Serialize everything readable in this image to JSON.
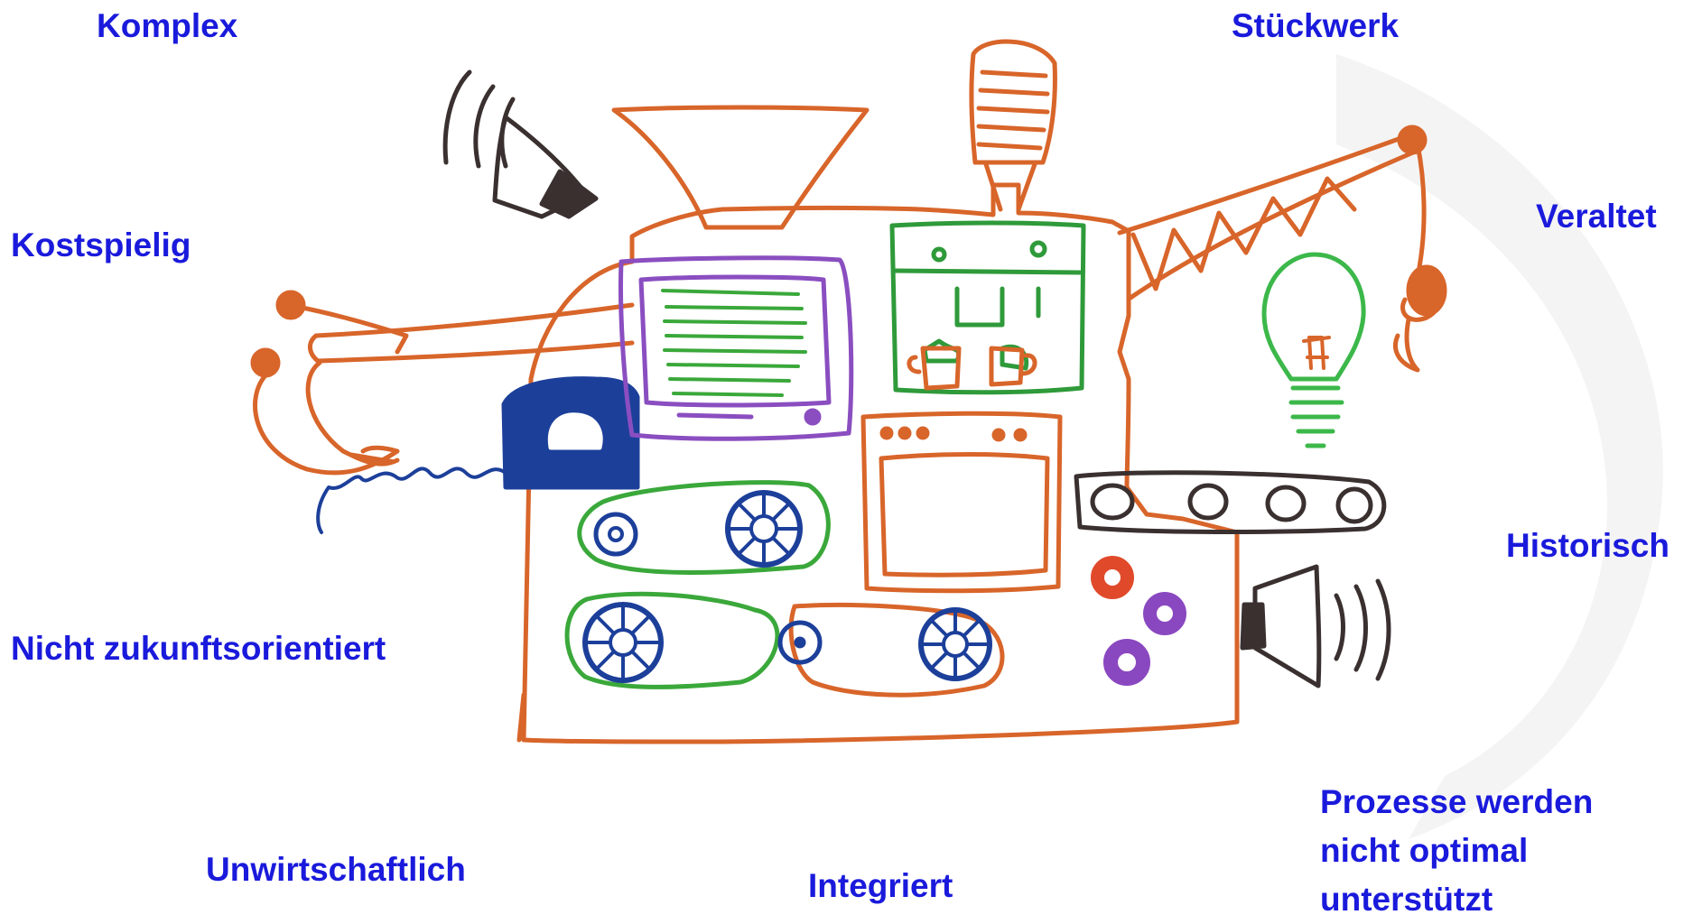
{
  "colors": {
    "label": "#1a1adc",
    "machine_body": "#d8652a",
    "monitor": "#8a4ec0",
    "green_panel": "#2f9a3a",
    "phone": "#1c3f9a",
    "wheels": "#1c3f9a",
    "belt_green": "#3aa83a",
    "speaker": "#3a3030",
    "conveyor": "#3a3030",
    "gear_red": "#e04a2a",
    "gear_purple": "#8a48c0",
    "bulb": "#3cb84a",
    "watermark": "#f4f4f4"
  },
  "labels": {
    "komplex": "Komplex",
    "stueckwerk": "Stückwerk",
    "kostspielig": "Kostspielig",
    "veraltet": "Veraltet",
    "historisch": "Historisch",
    "nicht_zukunft": "Nicht zukunftsorientiert",
    "unwirtschaftlich": "Unwirtschaftlich",
    "integriert": "Integriert",
    "prozesse": [
      "Prozesse werden",
      "nicht optimal",
      "unterstützt"
    ]
  },
  "illustration": {
    "parts": [
      "machine-body",
      "funnel",
      "microphone",
      "crane-arm",
      "crane-hook",
      "claw-arm",
      "telephone",
      "monitor",
      "control-panel",
      "oven",
      "belt-drive-top",
      "belt-drive-bottom",
      "conveyor",
      "light-bulb",
      "gears",
      "speaker-top-left",
      "speaker-right"
    ]
  }
}
